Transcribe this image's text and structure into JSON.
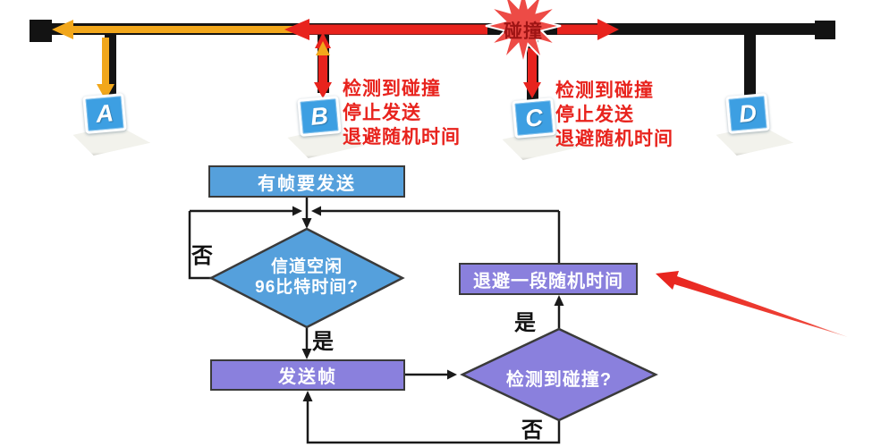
{
  "topology": {
    "collision_label": "碰撞",
    "stations": [
      {
        "label": "A"
      },
      {
        "label": "B"
      },
      {
        "label": "C"
      },
      {
        "label": "D"
      }
    ],
    "station_b_note": [
      "检测到碰撞",
      "停止发送",
      "退避随机时间"
    ],
    "station_c_note": [
      "检测到碰撞",
      "停止发送",
      "退避随机时间"
    ]
  },
  "flowchart": {
    "start_label": "有帧要发送",
    "decision_idle_line1": "信道空闲",
    "decision_idle_line2": "96比特时间?",
    "label_no_idle": "否",
    "label_yes_idle": "是",
    "send_label": "发送帧",
    "decision_collision_label": "检测到碰撞?",
    "label_yes_collision": "是",
    "label_no_collision": "否",
    "backoff_label": "退避一段随机时间"
  },
  "colors": {
    "bus_black": "#131313",
    "signal_yellow": "#F2A71B",
    "signal_red": "#E8231D",
    "starburst_fill": "#ED4B46",
    "starburst_text": "#9E1414",
    "flow_blue": "#55A0DC",
    "flow_purple": "#8A80DD",
    "flow_line": "#1a1a1a",
    "laptop_screen_blue": "#3D9FE2"
  }
}
